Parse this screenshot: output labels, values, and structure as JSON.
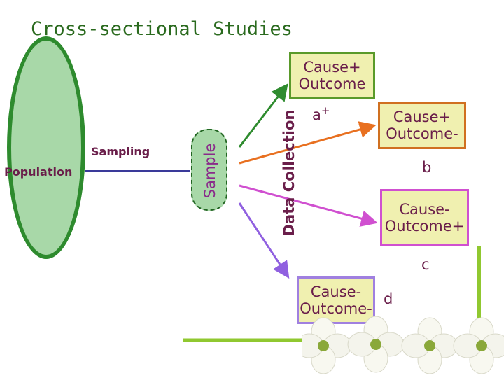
{
  "title": "Cross-sectional Studies",
  "labels": {
    "population": "Population",
    "sampling": "Sampling",
    "sample": "Sample",
    "data_collection": "Data Collection"
  },
  "outcomes": {
    "a": {
      "line1": "Cause+",
      "line2": "Outcome",
      "letter": "a",
      "sup": "+"
    },
    "b": {
      "line1": "Cause+",
      "line2": "Outcome-",
      "letter": "b"
    },
    "c": {
      "line1": "Cause-",
      "line2": "Outcome+",
      "letter": "c"
    },
    "d": {
      "line1": "Cause-",
      "line2": "Outcome-",
      "letter": "d"
    }
  },
  "colors": {
    "title": "#2a6a1e",
    "label": "#6a1e4a",
    "arrow_a": "#2e8b2e",
    "arrow_b": "#e87020",
    "arrow_c": "#d050d0",
    "arrow_d": "#9060e0",
    "box_fill": "#f0f0b0",
    "decor_line": "#90c830"
  }
}
